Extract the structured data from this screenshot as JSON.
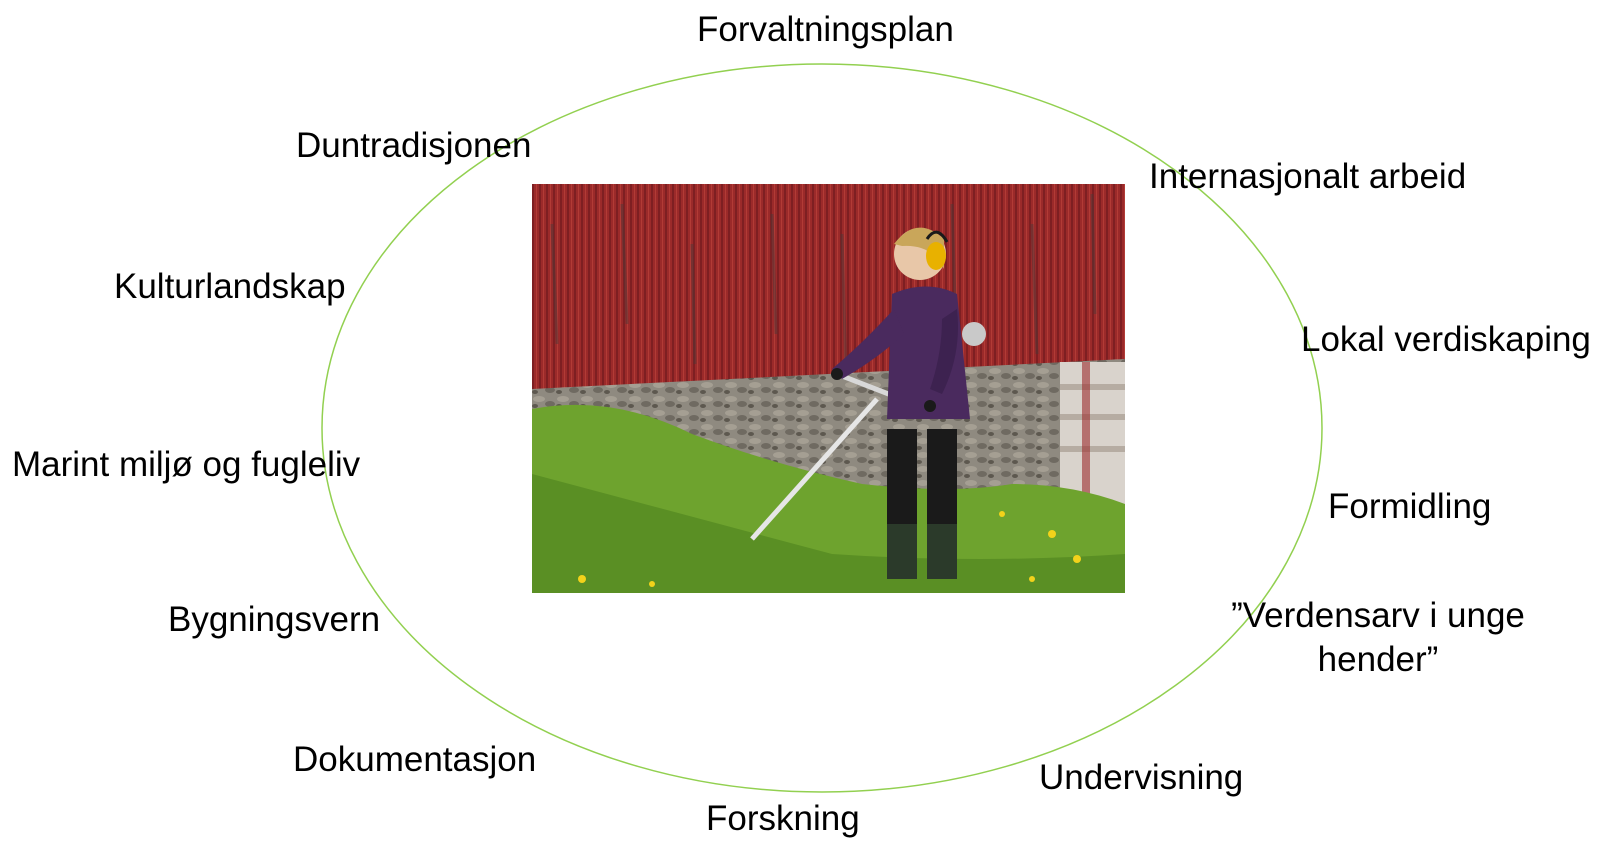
{
  "diagram": {
    "ellipse_color": "#92d050",
    "labels": [
      {
        "id": "forvaltningsplan",
        "text": "Forvaltningsplan"
      },
      {
        "id": "duntradisjonen",
        "text": "Duntradisjonen"
      },
      {
        "id": "internasjonalt-arbeid",
        "text": "Internasjonalt arbeid"
      },
      {
        "id": "kulturlandskap",
        "text": "Kulturlandskap"
      },
      {
        "id": "lokal-verdiskaping",
        "text": "Lokal verdiskaping"
      },
      {
        "id": "marint-miljo",
        "text": "Marint miljø og fugleliv"
      },
      {
        "id": "formidling",
        "text": "Formidling"
      },
      {
        "id": "bygningsvern",
        "text": "Bygningsvern"
      },
      {
        "id": "verdensarv",
        "text": "”Verdensarv i unge hender”"
      },
      {
        "id": "dokumentasjon",
        "text": "Dokumentasjon"
      },
      {
        "id": "undervisning",
        "text": "Undervisning"
      },
      {
        "id": "forskning",
        "text": "Forskning"
      }
    ],
    "photo": {
      "subject": "person-mowing-grass-with-brush-cutter",
      "barn_color": "#9b2a2a",
      "jacket_color": "#4a2a5e",
      "earmuff_color": "#e8b100",
      "grass_color": "#6ea32e"
    }
  }
}
